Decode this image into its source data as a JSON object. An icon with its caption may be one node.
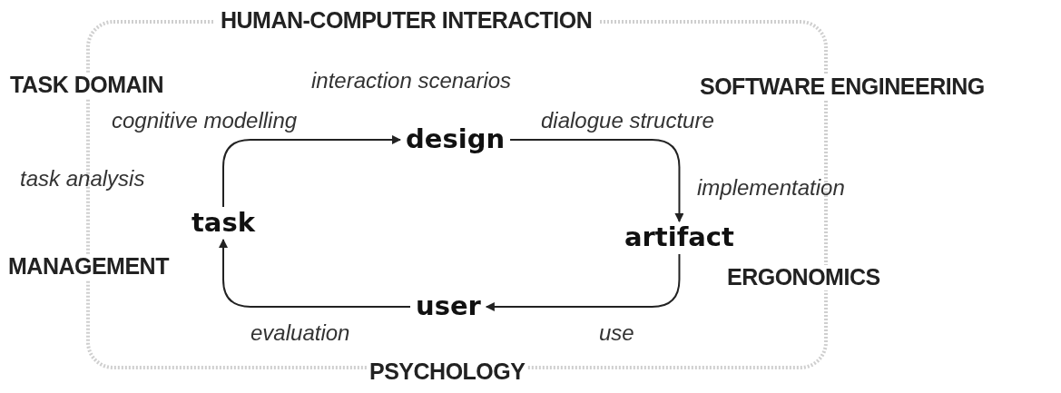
{
  "diagram": {
    "nodes": [
      {
        "text": [
          "HUMAN-COMPUTER INTERACTION"
        ]
      },
      {
        "text": [
          "design"
        ],
        "in": 0
      },
      {
        "text": [
          "artifact"
        ],
        "in": 0
      },
      {
        "text": [
          "user"
        ],
        "in": 0
      },
      {
        "text": [
          "task"
        ],
        "in": 0
      }
    ],
    "edges": [
      {
        "from": 4,
        "to": 1,
        "arrow": "to"
      },
      {
        "from": 1,
        "to": 2,
        "arrow": "to"
      },
      {
        "from": 2,
        "to": 3,
        "arrow": "to"
      },
      {
        "from": 3,
        "to": 4,
        "arrow": "to"
      }
    ],
    "labels": [
      "TASK DOMAIN",
      "interaction scenarios",
      "SOFTWARE ENGINEERING",
      "cognitive modelling",
      "dialogue structure",
      "task analysis",
      "implementation",
      "MANAGEMENT",
      "ERGONOMICS",
      "evaluation",
      "use",
      "PSYCHOLOGY"
    ]
  }
}
